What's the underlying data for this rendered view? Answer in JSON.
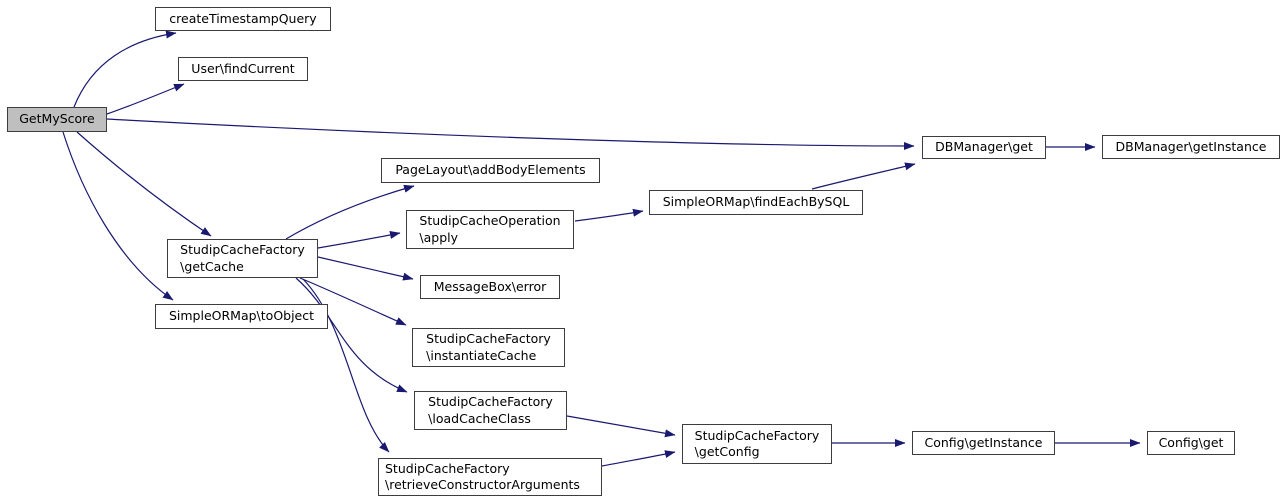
{
  "diagram": {
    "kind": "call-graph",
    "root_function": "GetMyScore",
    "colors": {
      "edge": "#191970",
      "node_border": "#3d3d3d",
      "node_fill": "#ffffff",
      "highlighted_node_fill": "#bfbfbf",
      "text": "#000000",
      "background": "#ffffff"
    },
    "nodes": [
      {
        "id": "getmyscore",
        "label": "GetMyScore",
        "highlighted": true
      },
      {
        "id": "createtimestampquery",
        "label": "createTimestampQuery"
      },
      {
        "id": "user-findcurrent",
        "label": "User\\findCurrent"
      },
      {
        "id": "pagelayout-addbodyelements",
        "label": "PageLayout\\addBodyElements"
      },
      {
        "id": "studipcacheoperation-apply",
        "lines": [
          "StudipCacheOperation",
          "\\apply"
        ]
      },
      {
        "id": "simpleormap-findeachbysql",
        "label": "SimpleORMap\\findEachBySQL"
      },
      {
        "id": "messagebox-error",
        "label": "MessageBox\\error"
      },
      {
        "id": "studipcachefactory-getcache",
        "lines": [
          "StudipCacheFactory",
          "\\getCache"
        ]
      },
      {
        "id": "simpleormap-toobject",
        "label": "SimpleORMap\\toObject"
      },
      {
        "id": "studipcachefactory-instantiatecache",
        "lines": [
          "StudipCacheFactory",
          "\\instantiateCache"
        ]
      },
      {
        "id": "studipcachefactory-loadcacheclass",
        "lines": [
          "StudipCacheFactory",
          "\\loadCacheClass"
        ]
      },
      {
        "id": "studipcachefactory-retrieveconstructorarguments",
        "lines": [
          "StudipCacheFactory",
          "\\retrieveConstructorArguments"
        ]
      },
      {
        "id": "studipcachefactory-getconfig",
        "lines": [
          "StudipCacheFactory",
          "\\getConfig"
        ]
      },
      {
        "id": "dbmanager-get",
        "label": "DBManager\\get"
      },
      {
        "id": "dbmanager-getinstance",
        "label": "DBManager\\getInstance"
      },
      {
        "id": "config-getinstance",
        "label": "Config\\getInstance"
      },
      {
        "id": "config-get",
        "label": "Config\\get"
      }
    ],
    "edges": [
      {
        "from": "getmyscore",
        "to": "createtimestampquery"
      },
      {
        "from": "getmyscore",
        "to": "user-findcurrent"
      },
      {
        "from": "getmyscore",
        "to": "dbmanager-get"
      },
      {
        "from": "getmyscore",
        "to": "studipcachefactory-getcache"
      },
      {
        "from": "getmyscore",
        "to": "simpleormap-toobject"
      },
      {
        "from": "studipcachefactory-getcache",
        "to": "pagelayout-addbodyelements"
      },
      {
        "from": "studipcachefactory-getcache",
        "to": "studipcacheoperation-apply"
      },
      {
        "from": "studipcachefactory-getcache",
        "to": "messagebox-error"
      },
      {
        "from": "studipcachefactory-getcache",
        "to": "studipcachefactory-instantiatecache"
      },
      {
        "from": "studipcachefactory-getcache",
        "to": "studipcachefactory-loadcacheclass"
      },
      {
        "from": "studipcachefactory-getcache",
        "to": "studipcachefactory-retrieveconstructorarguments"
      },
      {
        "from": "studipcacheoperation-apply",
        "to": "simpleormap-findeachbysql"
      },
      {
        "from": "simpleormap-findeachbysql",
        "to": "dbmanager-get"
      },
      {
        "from": "dbmanager-get",
        "to": "dbmanager-getinstance"
      },
      {
        "from": "studipcachefactory-loadcacheclass",
        "to": "studipcachefactory-getconfig"
      },
      {
        "from": "studipcachefactory-retrieveconstructorarguments",
        "to": "studipcachefactory-getconfig"
      },
      {
        "from": "studipcachefactory-getconfig",
        "to": "config-getinstance"
      },
      {
        "from": "config-getinstance",
        "to": "config-get"
      }
    ]
  }
}
